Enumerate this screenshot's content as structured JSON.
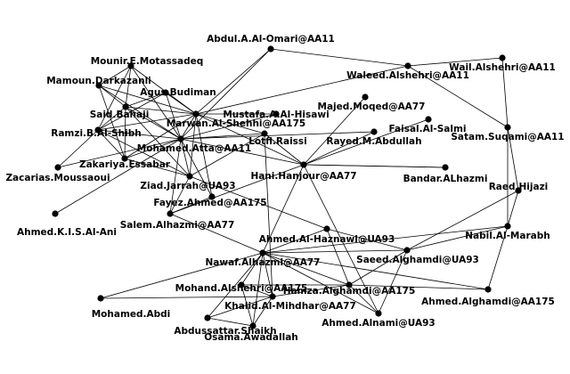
{
  "graph": {
    "nodes": [
      {
        "id": "omari",
        "label": "Abdul.A.Al-Omari@AA11"
      },
      {
        "id": "waleed",
        "label": "Waleed.Alshehri@AA11"
      },
      {
        "id": "wail",
        "label": "Wail.Alshehri@AA11"
      },
      {
        "id": "satam",
        "label": "Satam.Suqami@AA11"
      },
      {
        "id": "mounir",
        "label": "Mounir.E.Motassadeq"
      },
      {
        "id": "mamoun",
        "label": "Mamoun.Darkazanli"
      },
      {
        "id": "agus",
        "label": "Agus.Budiman"
      },
      {
        "id": "saidb",
        "label": "Said.Bahaji"
      },
      {
        "id": "marwan",
        "label": "Marwan.Al-Shehhi@AA175"
      },
      {
        "id": "hisawi",
        "label": "Mustafa.A.Al-Hisawi"
      },
      {
        "id": "moqed",
        "label": "Majed.Moqed@AA77"
      },
      {
        "id": "salmi",
        "label": "Faisal.Al-Salmi"
      },
      {
        "id": "rayed",
        "label": "Rayed.M.Abdullah"
      },
      {
        "id": "ramzi",
        "label": "Ramzi.B.Al-Shibh"
      },
      {
        "id": "lotfi",
        "label": "Lotfi.Raissi"
      },
      {
        "id": "atta",
        "label": "Mohamed.Atta@AA11"
      },
      {
        "id": "zakariya",
        "label": "Zakariya.Essabar"
      },
      {
        "id": "moussaoui",
        "label": "Zacarias.Moussaoui"
      },
      {
        "id": "hanjour",
        "label": "Hani.Hanjour@AA77"
      },
      {
        "id": "bandar",
        "label": "Bandar.ALhazmi"
      },
      {
        "id": "jarrah",
        "label": "Ziad.Jarrah@UA93"
      },
      {
        "id": "fayez",
        "label": "Fayez.Ahmed@AA175"
      },
      {
        "id": "raed",
        "label": "Raed.Hijazi"
      },
      {
        "id": "kisalani",
        "label": "Ahmed.K.I.S.Al-Ani"
      },
      {
        "id": "salem",
        "label": "Salem.Alhazmi@AA77"
      },
      {
        "id": "haznawi",
        "label": "Ahmed.Al-Haznawi@UA93"
      },
      {
        "id": "marabh",
        "label": "Nabil.Al-Marabh"
      },
      {
        "id": "nawaf",
        "label": "Nawaf.Alhazmi@AA77"
      },
      {
        "id": "saeed",
        "label": "Saeed.Alghamdi@UA93"
      },
      {
        "id": "mohand",
        "label": "Mohand.Alshehri@AA175"
      },
      {
        "id": "hamza",
        "label": "Hamza.Alghamdi@AA175"
      },
      {
        "id": "ahmedg",
        "label": "Ahmed.Alghamdi@AA175"
      },
      {
        "id": "abdi",
        "label": "Mohamed.Abdi"
      },
      {
        "id": "khalid",
        "label": "Khalid.Al-Mihdhar@AA77"
      },
      {
        "id": "alnami",
        "label": "Ahmed.Alnami@UA93"
      },
      {
        "id": "shaikh",
        "label": "Abdussattar.Shaikh"
      },
      {
        "id": "osama",
        "label": "Osama.Awadallah"
      }
    ],
    "edges": [
      [
        "omari",
        "waleed"
      ],
      [
        "omari",
        "marwan"
      ],
      [
        "omari",
        "atta"
      ],
      [
        "waleed",
        "wail"
      ],
      [
        "waleed",
        "satam"
      ],
      [
        "waleed",
        "marwan"
      ],
      [
        "wail",
        "satam"
      ],
      [
        "satam",
        "raed"
      ],
      [
        "satam",
        "marabh"
      ],
      [
        "raed",
        "marabh"
      ],
      [
        "raed",
        "saeed"
      ],
      [
        "marabh",
        "ahmedg"
      ],
      [
        "marabh",
        "saeed"
      ],
      [
        "marabh",
        "nawaf"
      ],
      [
        "mounir",
        "saidb"
      ],
      [
        "mounir",
        "marwan"
      ],
      [
        "mounir",
        "atta"
      ],
      [
        "mounir",
        "mamoun"
      ],
      [
        "mounir",
        "ramzi"
      ],
      [
        "mamoun",
        "marwan"
      ],
      [
        "mamoun",
        "atta"
      ],
      [
        "mamoun",
        "saidb"
      ],
      [
        "mamoun",
        "zakariya"
      ],
      [
        "agus",
        "marwan"
      ],
      [
        "agus",
        "saidb"
      ],
      [
        "agus",
        "atta"
      ],
      [
        "agus",
        "ramzi"
      ],
      [
        "saidb",
        "marwan"
      ],
      [
        "saidb",
        "atta"
      ],
      [
        "saidb",
        "ramzi"
      ],
      [
        "saidb",
        "zakariya"
      ],
      [
        "saidb",
        "jarrah"
      ],
      [
        "ramzi",
        "marwan"
      ],
      [
        "ramzi",
        "atta"
      ],
      [
        "ramzi",
        "moussaoui"
      ],
      [
        "ramzi",
        "zakariya"
      ],
      [
        "ramzi",
        "jarrah"
      ],
      [
        "marwan",
        "atta"
      ],
      [
        "marwan",
        "hisawi"
      ],
      [
        "marwan",
        "lotfi"
      ],
      [
        "marwan",
        "jarrah"
      ],
      [
        "marwan",
        "zakariya"
      ],
      [
        "marwan",
        "fayez"
      ],
      [
        "marwan",
        "hanjour"
      ],
      [
        "hisawi",
        "atta"
      ],
      [
        "lotfi",
        "atta"
      ],
      [
        "lotfi",
        "hanjour"
      ],
      [
        "lotfi",
        "jarrah"
      ],
      [
        "lotfi",
        "khalid"
      ],
      [
        "moqed",
        "hanjour"
      ],
      [
        "salmi",
        "hanjour"
      ],
      [
        "rayed",
        "hanjour"
      ],
      [
        "bandar",
        "hanjour"
      ],
      [
        "atta",
        "jarrah"
      ],
      [
        "atta",
        "zakariya"
      ],
      [
        "atta",
        "hanjour"
      ],
      [
        "atta",
        "fayez"
      ],
      [
        "atta",
        "salem"
      ],
      [
        "atta",
        "moussaoui"
      ],
      [
        "atta",
        "rayed"
      ],
      [
        "jarrah",
        "zakariya"
      ],
      [
        "jarrah",
        "haznawi"
      ],
      [
        "jarrah",
        "salem"
      ],
      [
        "kisalani",
        "atta"
      ],
      [
        "hanjour",
        "salem"
      ],
      [
        "hanjour",
        "nawaf"
      ],
      [
        "hanjour",
        "alnami"
      ],
      [
        "hanjour",
        "bandar"
      ],
      [
        "salem",
        "nawaf"
      ],
      [
        "salem",
        "fayez"
      ],
      [
        "haznawi",
        "nawaf"
      ],
      [
        "haznawi",
        "saeed"
      ],
      [
        "haznawi",
        "hamza"
      ],
      [
        "nawaf",
        "mohand"
      ],
      [
        "nawaf",
        "hamza"
      ],
      [
        "nawaf",
        "khalid"
      ],
      [
        "nawaf",
        "saeed"
      ],
      [
        "nawaf",
        "ahmedg"
      ],
      [
        "nawaf",
        "osama"
      ],
      [
        "nawaf",
        "shaikh"
      ],
      [
        "nawaf",
        "alnami"
      ],
      [
        "nawaf",
        "abdi"
      ],
      [
        "saeed",
        "hamza"
      ],
      [
        "saeed",
        "alnami"
      ],
      [
        "hamza",
        "mohand"
      ],
      [
        "hamza",
        "alnami"
      ],
      [
        "hamza",
        "ahmedg"
      ],
      [
        "hamza",
        "khalid"
      ],
      [
        "mohand",
        "khalid"
      ],
      [
        "khalid",
        "shaikh"
      ],
      [
        "khalid",
        "osama"
      ],
      [
        "shaikh",
        "osama"
      ],
      [
        "mohand",
        "osama"
      ],
      [
        "abdi",
        "khalid"
      ]
    ]
  }
}
